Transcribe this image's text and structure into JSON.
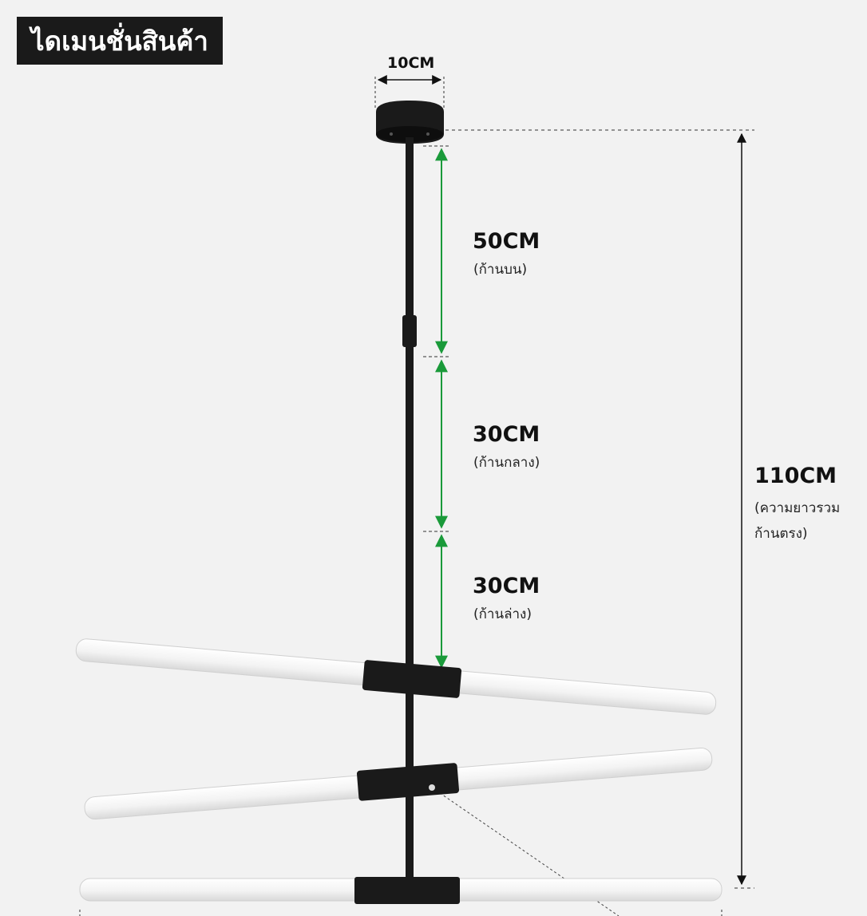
{
  "title": "ไดเมนชั่นสินค้า",
  "dimensions": {
    "canopy_width": "10CM",
    "upper_rod": {
      "value": "50CM",
      "caption": "(ก้านบน)"
    },
    "middle_rod": {
      "value": "30CM",
      "caption": "(ก้านกลาง)"
    },
    "lower_rod": {
      "value": "30CM",
      "caption": "(ก้านล่าง)"
    },
    "total_length": {
      "value": "110CM",
      "caption_line1": "(ความยาวรวม",
      "caption_line2": "ก้านตรง)"
    }
  },
  "colors": {
    "background": "#f2f2f2",
    "fixture_black": "#1a1a1a",
    "arrow_green": "#1a9a3a",
    "tube_white": "#fafafa"
  }
}
